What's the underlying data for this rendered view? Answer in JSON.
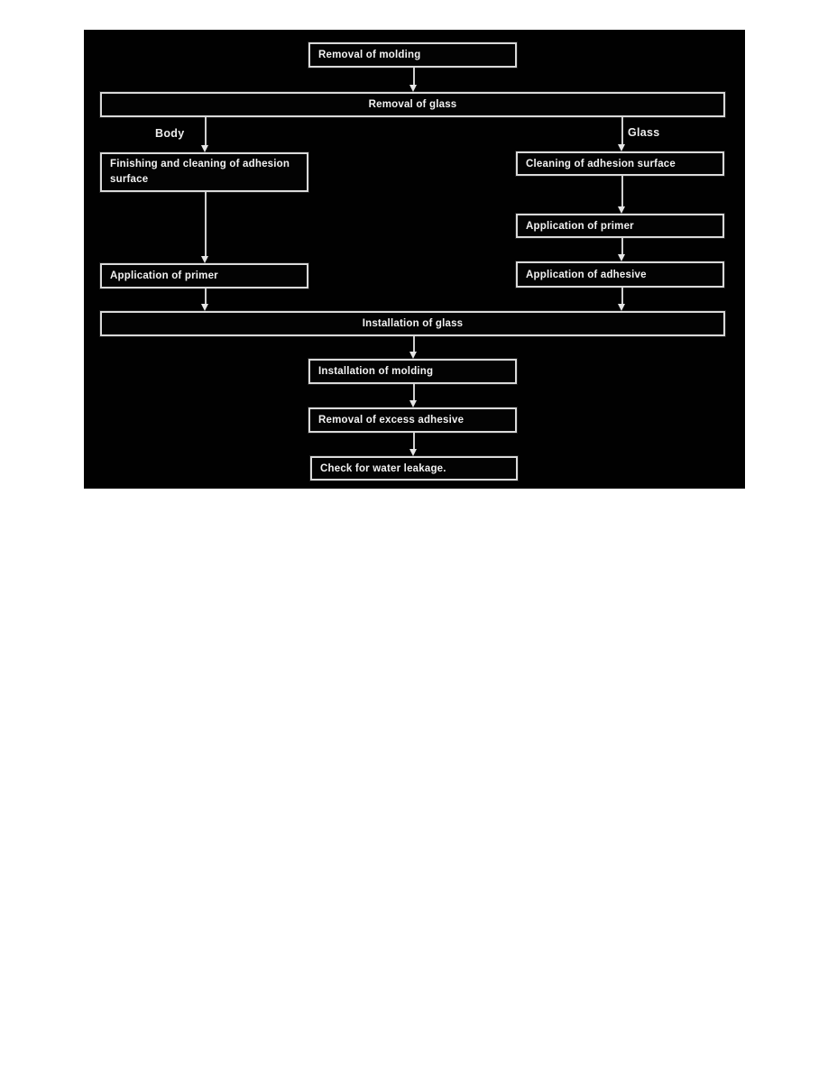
{
  "diagram": {
    "title_semantic": "Glass removal and installation flowchart",
    "colors": {
      "page_bg": "#ffffff",
      "canvas_bg": "#010101",
      "box_border": "#d9d9d9",
      "box_fill": "#030303",
      "text": "#f2f2f2",
      "arrow": "#cfcfcf"
    },
    "nodes": {
      "removal_molding": "Removal of molding",
      "removal_glass": "Removal of glass",
      "finishing_cleaning": "Finishing and cleaning of adhesion\nsurface",
      "application_primer_body": "Application of primer",
      "cleaning_adhesion": "Cleaning of adhesion surface",
      "application_primer_glass": "Application of primer",
      "application_adhesive": "Application of adhesive",
      "installation_glass": "Installation of glass",
      "installation_molding": "Installation of molding",
      "removal_excess_adhesive": "Removal of excess adhesive",
      "check_water_leakage": "Check for water leakage."
    },
    "branch_labels": {
      "left": "Body",
      "right": "Glass"
    },
    "flow_edges": [
      "Removal of molding -> Removal of glass",
      "Removal of glass -> Finishing and cleaning of adhesion surface (Body)",
      "Finishing and cleaning of adhesion surface -> Application of primer (Body)",
      "Application of primer (Body) -> Installation of glass",
      "Removal of glass -> Cleaning of adhesion surface (Glass)",
      "Cleaning of adhesion surface -> Application of primer (Glass)",
      "Application of primer (Glass) -> Application of adhesive",
      "Application of adhesive -> Installation of glass",
      "Installation of glass -> Installation of molding",
      "Installation of molding -> Removal of excess adhesive",
      "Removal of excess adhesive -> Check for water leakage."
    ]
  }
}
